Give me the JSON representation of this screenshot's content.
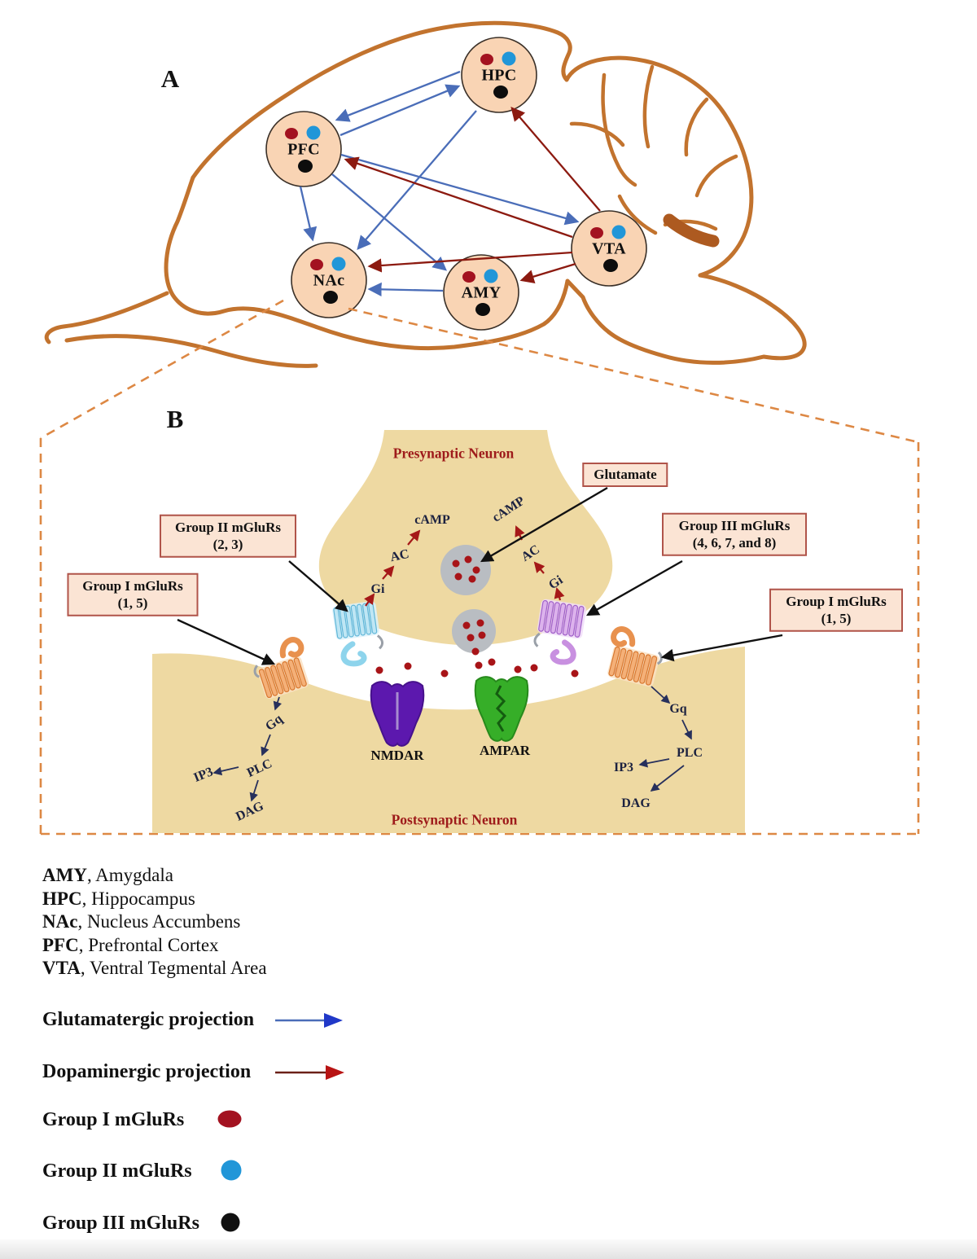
{
  "figure": {
    "panel_a_label": "A",
    "panel_b_label": "B"
  },
  "panel_a": {
    "nodes": [
      {
        "id": "HPC",
        "label": "HPC"
      },
      {
        "id": "PFC",
        "label": "PFC"
      },
      {
        "id": "VTA",
        "label": "VTA"
      },
      {
        "id": "NAc",
        "label": "NAc"
      },
      {
        "id": "AMY",
        "label": "AMY"
      }
    ],
    "node_dot_meaning": [
      "Group I mGluRs",
      "Group II mGluRs",
      "Group III mGluRs"
    ],
    "edges": [
      {
        "from": "PFC",
        "to": "HPC",
        "type": "glutamatergic"
      },
      {
        "from": "HPC",
        "to": "PFC",
        "type": "glutamatergic"
      },
      {
        "from": "PFC",
        "to": "NAc",
        "type": "glutamatergic"
      },
      {
        "from": "PFC",
        "to": "AMY",
        "type": "glutamatergic"
      },
      {
        "from": "PFC",
        "to": "VTA",
        "type": "glutamatergic"
      },
      {
        "from": "HPC",
        "to": "NAc",
        "type": "glutamatergic"
      },
      {
        "from": "AMY",
        "to": "NAc",
        "type": "glutamatergic"
      },
      {
        "from": "VTA",
        "to": "HPC",
        "type": "dopaminergic"
      },
      {
        "from": "VTA",
        "to": "PFC",
        "type": "dopaminergic"
      },
      {
        "from": "VTA",
        "to": "NAc",
        "type": "dopaminergic"
      },
      {
        "from": "VTA",
        "to": "AMY",
        "type": "dopaminergic"
      }
    ]
  },
  "panel_b": {
    "presynaptic_label": "Presynaptic Neuron",
    "postsynaptic_label": "Postsynaptic Neuron",
    "glutamate_label": "Glutamate",
    "boxes": {
      "group2": {
        "line1": "Group II mGluRs",
        "line2": "(2, 3)"
      },
      "group3": {
        "line1": "Group III mGluRs",
        "line2": "(4, 6, 7, and 8)"
      },
      "group1_left": {
        "line1": "Group I mGluRs",
        "line2": "(1, 5)"
      },
      "group1_right": {
        "line1": "Group I mGluRs",
        "line2": "(1, 5)"
      }
    },
    "signaling": {
      "camp": "cAMP",
      "ac": "AC",
      "gi": "Gi",
      "gq": "Gq",
      "plc": "PLC",
      "ip3": "IP3",
      "dag": "DAG"
    },
    "receptors": {
      "nmdar": "NMDAR",
      "ampar": "AMPAR"
    }
  },
  "abbreviations": [
    {
      "abbr": "AMY",
      "rest": ", Amygdala"
    },
    {
      "abbr": "HPC",
      "rest": ", Hippocampus"
    },
    {
      "abbr": "NAc",
      "rest": ", Nucleus Accumbens"
    },
    {
      "abbr": "PFC",
      "rest": ", Prefrontal Cortex"
    },
    {
      "abbr": "VTA",
      "rest": ", Ventral Tegmental Area"
    }
  ],
  "legend": {
    "glutamatergic": {
      "label": "Glutamatergic projection",
      "color": "#4a6db8"
    },
    "dopaminergic": {
      "label": "Dopaminergic projection",
      "color": "#8c1a10"
    },
    "groups": [
      {
        "label": "Group I mGluRs",
        "color": "#a31220"
      },
      {
        "label": "Group II mGluRs",
        "color": "#2196d8"
      },
      {
        "label": "Group III mGluRs",
        "color": "#111111"
      }
    ]
  },
  "colors": {
    "brain_outline": "#c2732e",
    "node_fill": "#f9d4b4",
    "dashed_border": "#dd8844",
    "neuron_fill": "#eed9a2",
    "vesicle_grey": "#b9bdc2",
    "glutamate_dot": "#a81418",
    "nmdar_purple": "#5c18ae",
    "ampar_green": "#36ae28",
    "mglur2_cyan": "#aadcf0",
    "mglur3_purple": "#dcb2ec",
    "mglur1_orange": "#f4b078"
  }
}
